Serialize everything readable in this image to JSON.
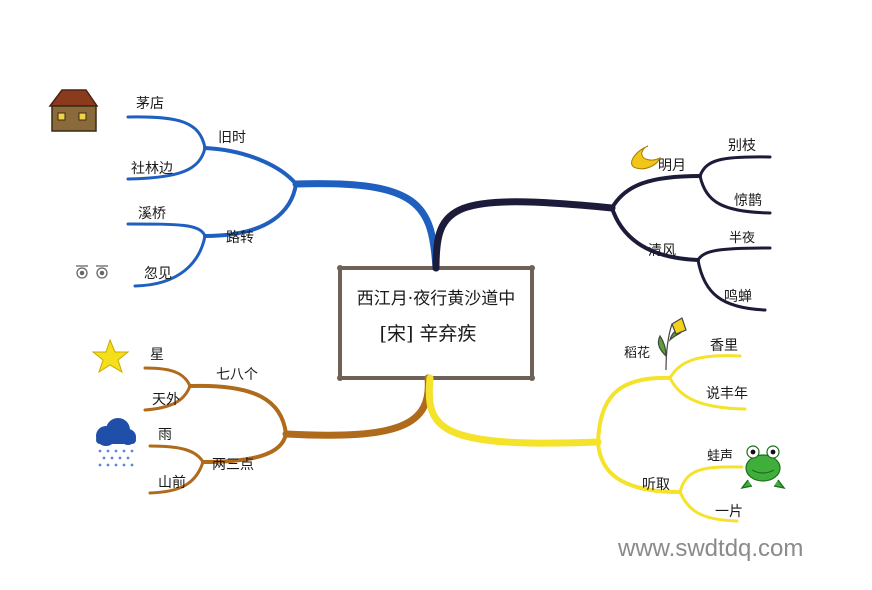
{
  "center": {
    "title": "西江月·夜行黄沙道中",
    "author": "[宋] 辛弃疾"
  },
  "branches": {
    "top_left": {
      "color": "#1f5fbf",
      "groups": [
        {
          "label": "旧时",
          "leaves": [
            "茅店",
            "社林边"
          ]
        },
        {
          "label": "路转",
          "leaves": [
            "溪桥",
            "忽见"
          ]
        }
      ]
    },
    "top_right": {
      "color": "#1c1c3a",
      "groups": [
        {
          "label": "明月",
          "leaves": [
            "别枝",
            "惊鹊"
          ]
        },
        {
          "label": "清风",
          "leaves": [
            "半夜",
            "鸣蝉"
          ]
        }
      ]
    },
    "bottom_left": {
      "color": "#b06a1c",
      "groups": [
        {
          "label": "七八个",
          "leaves": [
            "星",
            "天外"
          ]
        },
        {
          "label": "两三点",
          "leaves": [
            "雨",
            "山前"
          ]
        }
      ]
    },
    "bottom_right": {
      "color": "#f5e22a",
      "groups": [
        {
          "label": "稻花",
          "leaves": [
            "香里",
            "说丰年"
          ]
        },
        {
          "label": "听取",
          "leaves": [
            "蛙声",
            "一片"
          ]
        }
      ]
    }
  },
  "icons": {
    "house": "house-icon",
    "moon": "moon-icon",
    "star": "star-icon",
    "rain_cloud": "rain-cloud-icon",
    "rice_flower": "rice-flower-icon",
    "frog": "frog-icon",
    "eyes": "eyes-icon"
  },
  "watermark": "www.swdtdq.com"
}
